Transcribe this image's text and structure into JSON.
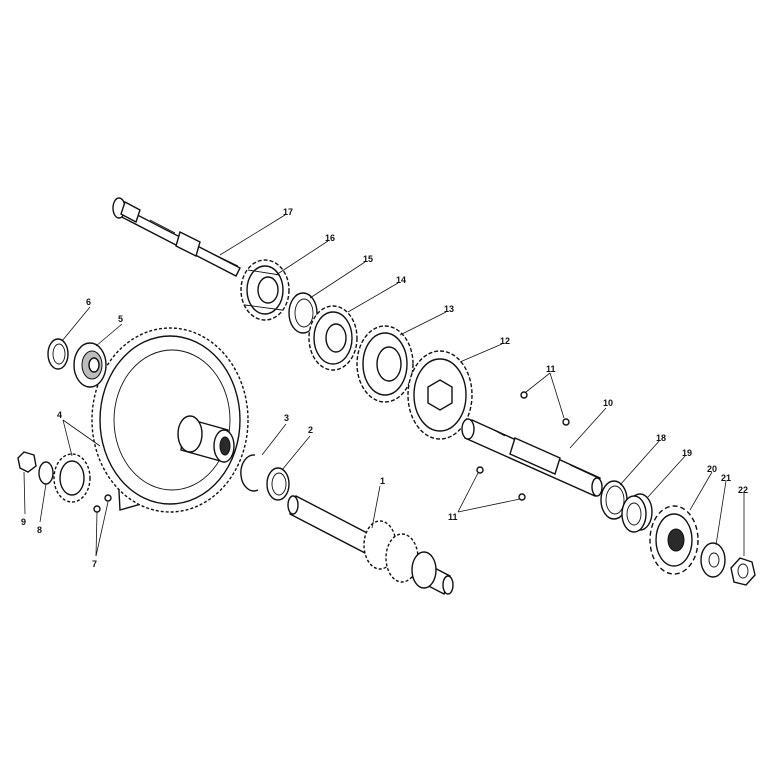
{
  "diagram": {
    "labels": [
      "1",
      "2",
      "3",
      "4",
      "5",
      "6",
      "7",
      "8",
      "9",
      "10",
      "11",
      "11",
      "12",
      "13",
      "14",
      "15",
      "16",
      "17",
      "18",
      "19",
      "20",
      "21",
      "22"
    ]
  }
}
